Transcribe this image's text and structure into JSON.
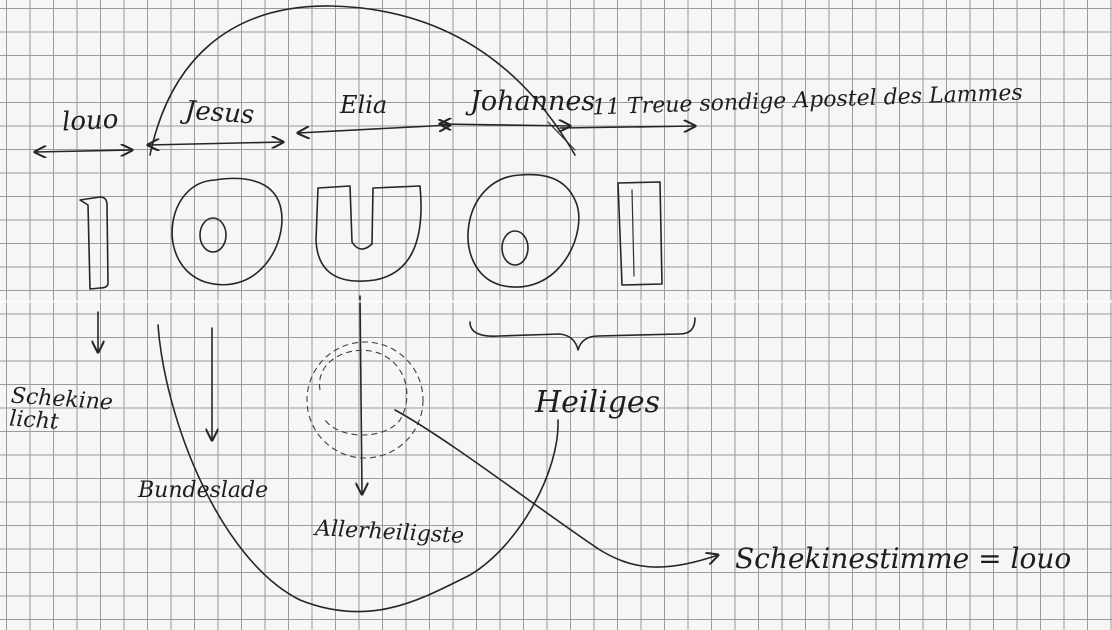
{
  "labels": {
    "louo": "louo",
    "jesus": "Jesus",
    "elia": "Elia",
    "johannes": "Johannes",
    "apostel": "11 Treue sondige Apostel des Lammes",
    "schekine_licht": "Schekine\nlicht",
    "bundeslade": "Bundeslade",
    "allerheiligste": "Allerheiligste",
    "heiliges": "Heiliges",
    "schekinestimme": "Schekinestimme = louo"
  },
  "ink_color": "#262626",
  "grid_color": "#9b9b9b"
}
